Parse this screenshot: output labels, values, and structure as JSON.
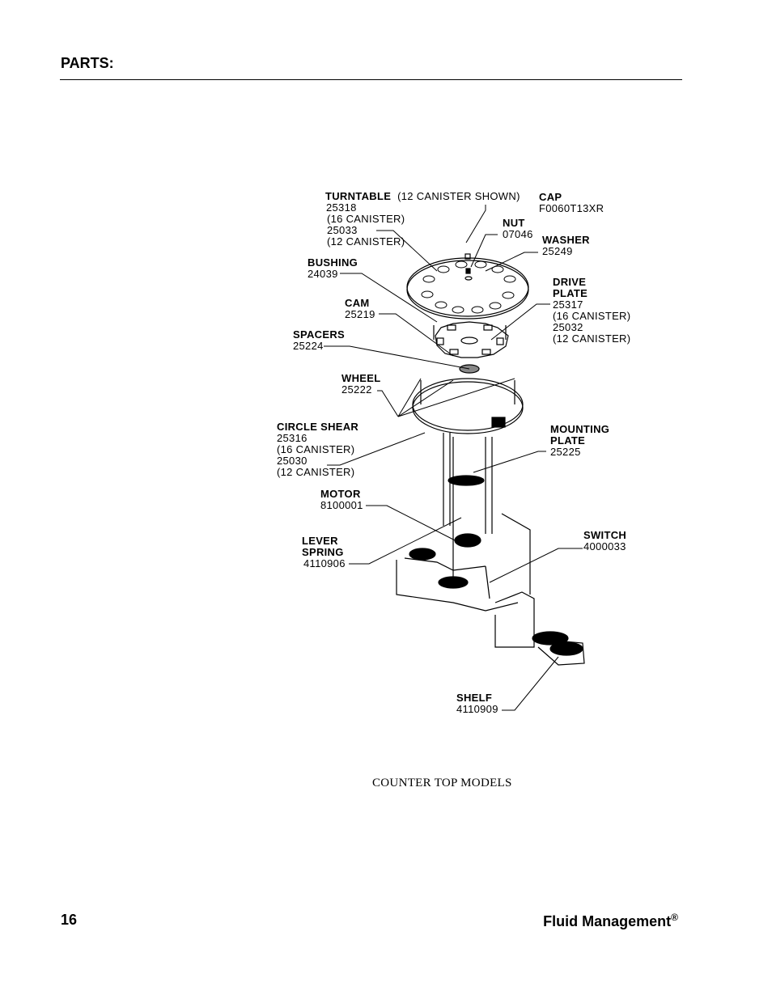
{
  "header": {
    "title": "PARTS:"
  },
  "parts": {
    "turntable": {
      "name": "TURNTABLE",
      "note": "(12 CANISTER SHOWN)",
      "lines": [
        "25318",
        "(16 CANISTER)",
        "25033",
        "(12 CANISTER)"
      ]
    },
    "cap": {
      "name": "CAP",
      "lines": [
        "F0060T13XR"
      ]
    },
    "nut": {
      "name": "NUT",
      "lines": [
        "07046"
      ]
    },
    "washer": {
      "name": "WASHER",
      "lines": [
        "25249"
      ]
    },
    "bushing": {
      "name": "BUSHING",
      "lines": [
        "24039"
      ]
    },
    "drive_plate": {
      "name": "DRIVE",
      "name2": "PLATE",
      "lines": [
        "25317",
        "(16 CANISTER)",
        "25032",
        "(12 CANISTER)"
      ]
    },
    "cam": {
      "name": "CAM",
      "lines": [
        "25219"
      ]
    },
    "spacers": {
      "name": "SPACERS",
      "lines": [
        "25224"
      ]
    },
    "wheel": {
      "name": "WHEEL",
      "lines": [
        "25222"
      ]
    },
    "circle_shear": {
      "name": "CIRCLE SHEAR",
      "lines": [
        "25316",
        "(16 CANISTER)",
        "25030",
        "(12 CANISTER)"
      ]
    },
    "mounting_plate": {
      "name": "MOUNTING",
      "name2": "PLATE",
      "lines": [
        "25225"
      ]
    },
    "motor": {
      "name": "MOTOR",
      "lines": [
        "8100001"
      ]
    },
    "lever_spring": {
      "name": "LEVER",
      "name2": "SPRING",
      "lines": [
        "4110906"
      ]
    },
    "switch": {
      "name": "SWITCH",
      "lines": [
        "4000033"
      ]
    },
    "shelf": {
      "name": "SHELF",
      "lines": [
        "4110909"
      ]
    }
  },
  "caption": "COUNTER TOP MODELS",
  "footer": {
    "page_number": "16",
    "brand": "Fluid Management",
    "brand_mark": "®"
  }
}
